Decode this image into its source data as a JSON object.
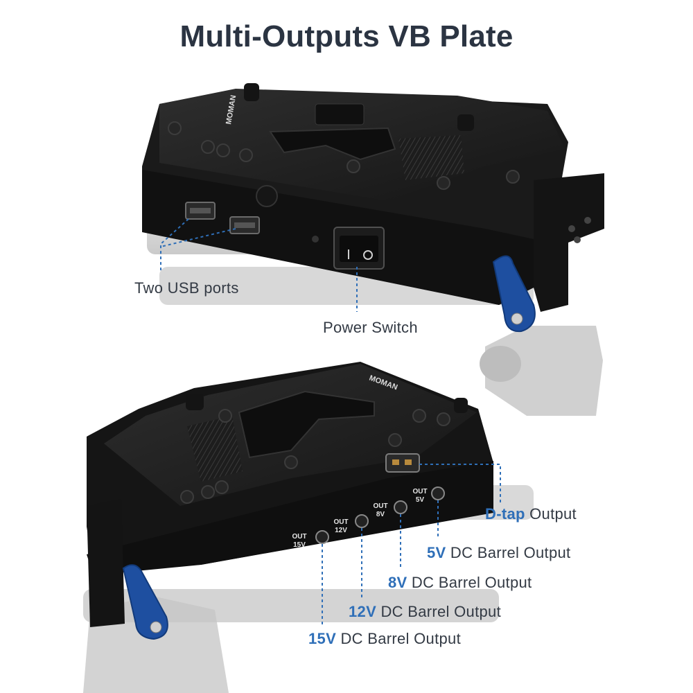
{
  "page": {
    "title": "Multi-Outputs VB Plate",
    "accent_color": "#2f6fb8",
    "text_color": "#333a44"
  },
  "top_view": {
    "brand": "MOMAN",
    "callouts": {
      "usb": "Two USB ports",
      "power": "Power Switch"
    }
  },
  "bottom_view": {
    "brand": "MOMAN",
    "port_labels": [
      {
        "line1": "OUT",
        "line2": "15V"
      },
      {
        "line1": "OUT",
        "line2": "12V"
      },
      {
        "line1": "OUT",
        "line2": "8V"
      },
      {
        "line1": "OUT",
        "line2": "5V"
      }
    ],
    "callouts": [
      {
        "accent": "D-tap",
        "rest": " Output"
      },
      {
        "accent": "5V",
        "rest": " DC Barrel Output"
      },
      {
        "accent": "8V",
        "rest": " DC Barrel Output"
      },
      {
        "accent": "12V",
        "rest": " DC Barrel Output"
      },
      {
        "accent": "15V",
        "rest": " DC Barrel Output"
      }
    ]
  }
}
